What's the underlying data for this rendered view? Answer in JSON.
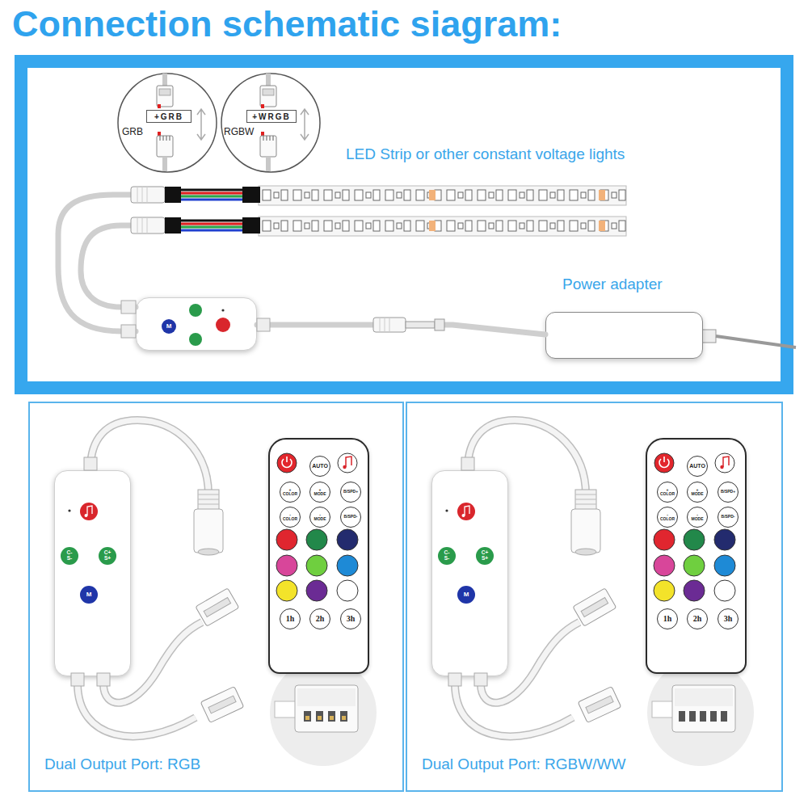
{
  "diagram": {
    "title": "Connection schematic siagram:",
    "nodes": [
      {
        "text": [
          "+GRB",
          "GRB"
        ]
      },
      {
        "text": [
          "+WRGB",
          "RGBW"
        ]
      },
      {
        "text": [
          "LED Strip or other constant voltage lights"
        ]
      },
      {
        "text": [
          "M"
        ]
      },
      {
        "text": [
          "Power adapter"
        ]
      },
      {
        "text": [
          "Dual Output Port: RGB"
        ]
      },
      {
        "text": [
          "C- S-",
          "C+ S+",
          "M"
        ],
        "in": 5
      },
      {
        "text": [
          "AUTO",
          "+ COLOR",
          "+ MODE",
          "B/SPD+",
          "- COLOR",
          "- MODE",
          "B/SPD-",
          "1h",
          "2h",
          "3h"
        ],
        "in": 5
      },
      {
        "text": [
          "Dual Output Port: RGBW/WW"
        ]
      },
      {
        "text": [
          "C- S-",
          "C+ S+",
          "M"
        ],
        "in": 8
      },
      {
        "text": [
          "AUTO",
          "+ COLOR",
          "+ MODE",
          "B/SPD+",
          "- COLOR",
          "- MODE",
          "B/SPD-",
          "1h",
          "2h",
          "3h"
        ],
        "in": 8
      }
    ],
    "edges": [
      {
        "from": 3,
        "to": 2,
        "arrow": "none"
      },
      {
        "from": 3,
        "to": 2,
        "arrow": "none"
      },
      {
        "from": 3,
        "to": 4,
        "arrow": "none"
      }
    ]
  }
}
